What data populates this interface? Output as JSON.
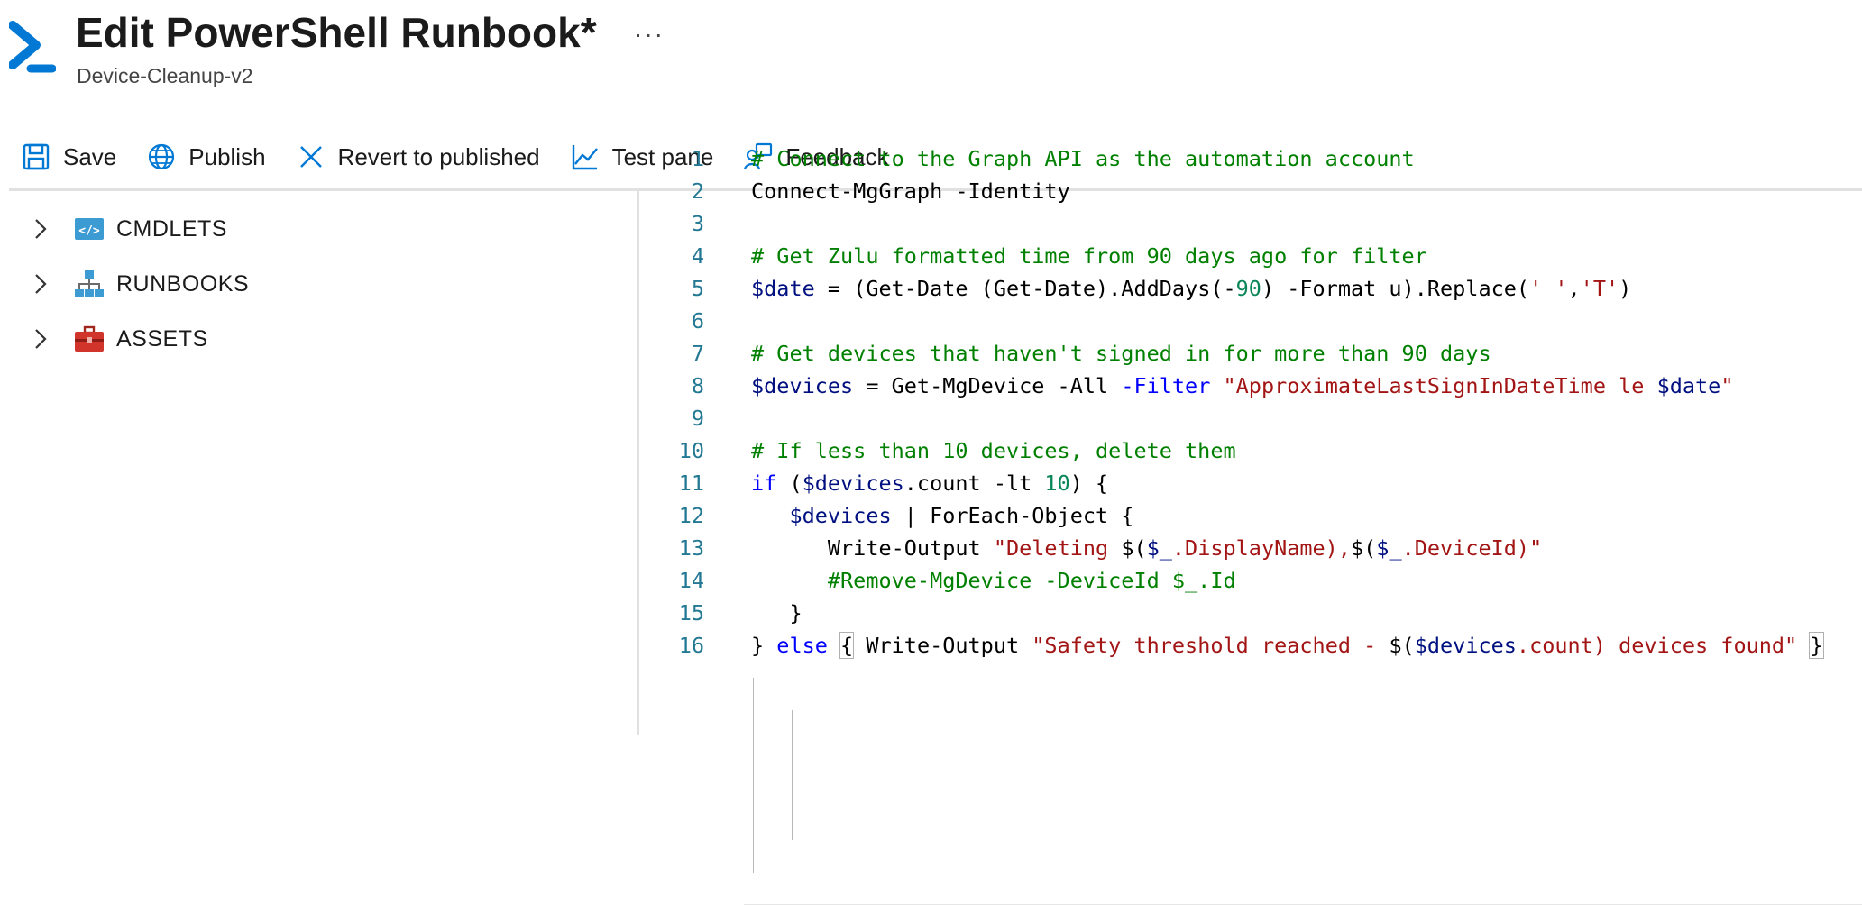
{
  "header": {
    "title": "Edit PowerShell Runbook*",
    "subtitle": "Device-Cleanup-v2",
    "more_label": "···"
  },
  "toolbar": {
    "save": "Save",
    "publish": "Publish",
    "revert": "Revert to published",
    "test": "Test pane",
    "feedback": "Feedback"
  },
  "tree": {
    "items": [
      {
        "label": "CMDLETS",
        "icon": "cmdlets-icon"
      },
      {
        "label": "RUNBOOKS",
        "icon": "runbooks-icon"
      },
      {
        "label": "ASSETS",
        "icon": "assets-icon"
      }
    ]
  },
  "colors": {
    "accent": "#0078d4",
    "comment": "#008000",
    "variable": "#001080",
    "keyword": "#0000ff",
    "string": "#a31515",
    "number": "#098658",
    "line_number": "#237893"
  },
  "editor": {
    "lines": [
      [
        {
          "t": "# Connect to the Graph API as the automation account",
          "c": "com"
        }
      ],
      [
        {
          "t": "Connect-MgGraph -Identity",
          "c": "def"
        }
      ],
      [],
      [
        {
          "t": "# Get Zulu formatted time from 90 days ago for filter",
          "c": "com"
        }
      ],
      [
        {
          "t": "$date",
          "c": "var"
        },
        {
          "t": " = (Get-Date (Get-Date).AddDays(-",
          "c": "def"
        },
        {
          "t": "90",
          "c": "num"
        },
        {
          "t": ") -Format u).Replace(",
          "c": "def"
        },
        {
          "t": "' '",
          "c": "str"
        },
        {
          "t": ",",
          "c": "def"
        },
        {
          "t": "'T'",
          "c": "str"
        },
        {
          "t": ")",
          "c": "def"
        }
      ],
      [],
      [
        {
          "t": "# Get devices that haven't signed in for more than 90 days",
          "c": "com"
        }
      ],
      [
        {
          "t": "$devices",
          "c": "var"
        },
        {
          "t": " = Get-MgDevice -All ",
          "c": "def"
        },
        {
          "t": "-Filter",
          "c": "kw"
        },
        {
          "t": " ",
          "c": "def"
        },
        {
          "t": "\"ApproximateLastSignInDateTime le ",
          "c": "str"
        },
        {
          "t": "$date",
          "c": "var"
        },
        {
          "t": "\"",
          "c": "str"
        }
      ],
      [],
      [
        {
          "t": "# If less than 10 devices, delete them",
          "c": "com"
        }
      ],
      [
        {
          "t": "if",
          "c": "kw"
        },
        {
          "t": " (",
          "c": "def"
        },
        {
          "t": "$devices",
          "c": "var"
        },
        {
          "t": ".count -lt ",
          "c": "def"
        },
        {
          "t": "10",
          "c": "num"
        },
        {
          "t": ") {",
          "c": "def"
        }
      ],
      [
        {
          "t": "   ",
          "c": "def"
        },
        {
          "t": "$devices",
          "c": "var"
        },
        {
          "t": " | ForEach-Object {",
          "c": "def"
        }
      ],
      [
        {
          "t": "      Write-Output ",
          "c": "def"
        },
        {
          "t": "\"Deleting ",
          "c": "str"
        },
        {
          "t": "$(",
          "c": "def"
        },
        {
          "t": "$_",
          "c": "var"
        },
        {
          "t": ".DisplayName)",
          "c": "str"
        },
        {
          "t": ",",
          "c": "str"
        },
        {
          "t": "$(",
          "c": "def"
        },
        {
          "t": "$_",
          "c": "var"
        },
        {
          "t": ".DeviceId)\"",
          "c": "str"
        }
      ],
      [
        {
          "t": "      #Remove-MgDevice -DeviceId $_.Id",
          "c": "com"
        }
      ],
      [
        {
          "t": "   }",
          "c": "def"
        }
      ],
      [
        {
          "t": "} ",
          "c": "def"
        },
        {
          "t": "else",
          "c": "kw"
        },
        {
          "t": " ",
          "c": "def"
        },
        {
          "t": "{",
          "c": "def",
          "b": true
        },
        {
          "t": " Write-Output ",
          "c": "def"
        },
        {
          "t": "\"Safety threshold reached - ",
          "c": "str"
        },
        {
          "t": "$(",
          "c": "def"
        },
        {
          "t": "$devices",
          "c": "var"
        },
        {
          "t": ".count)",
          "c": "str"
        },
        {
          "t": " devices found\"",
          "c": "str"
        },
        {
          "t": " ",
          "c": "def"
        },
        {
          "t": "}",
          "c": "def",
          "b": true
        }
      ]
    ]
  }
}
